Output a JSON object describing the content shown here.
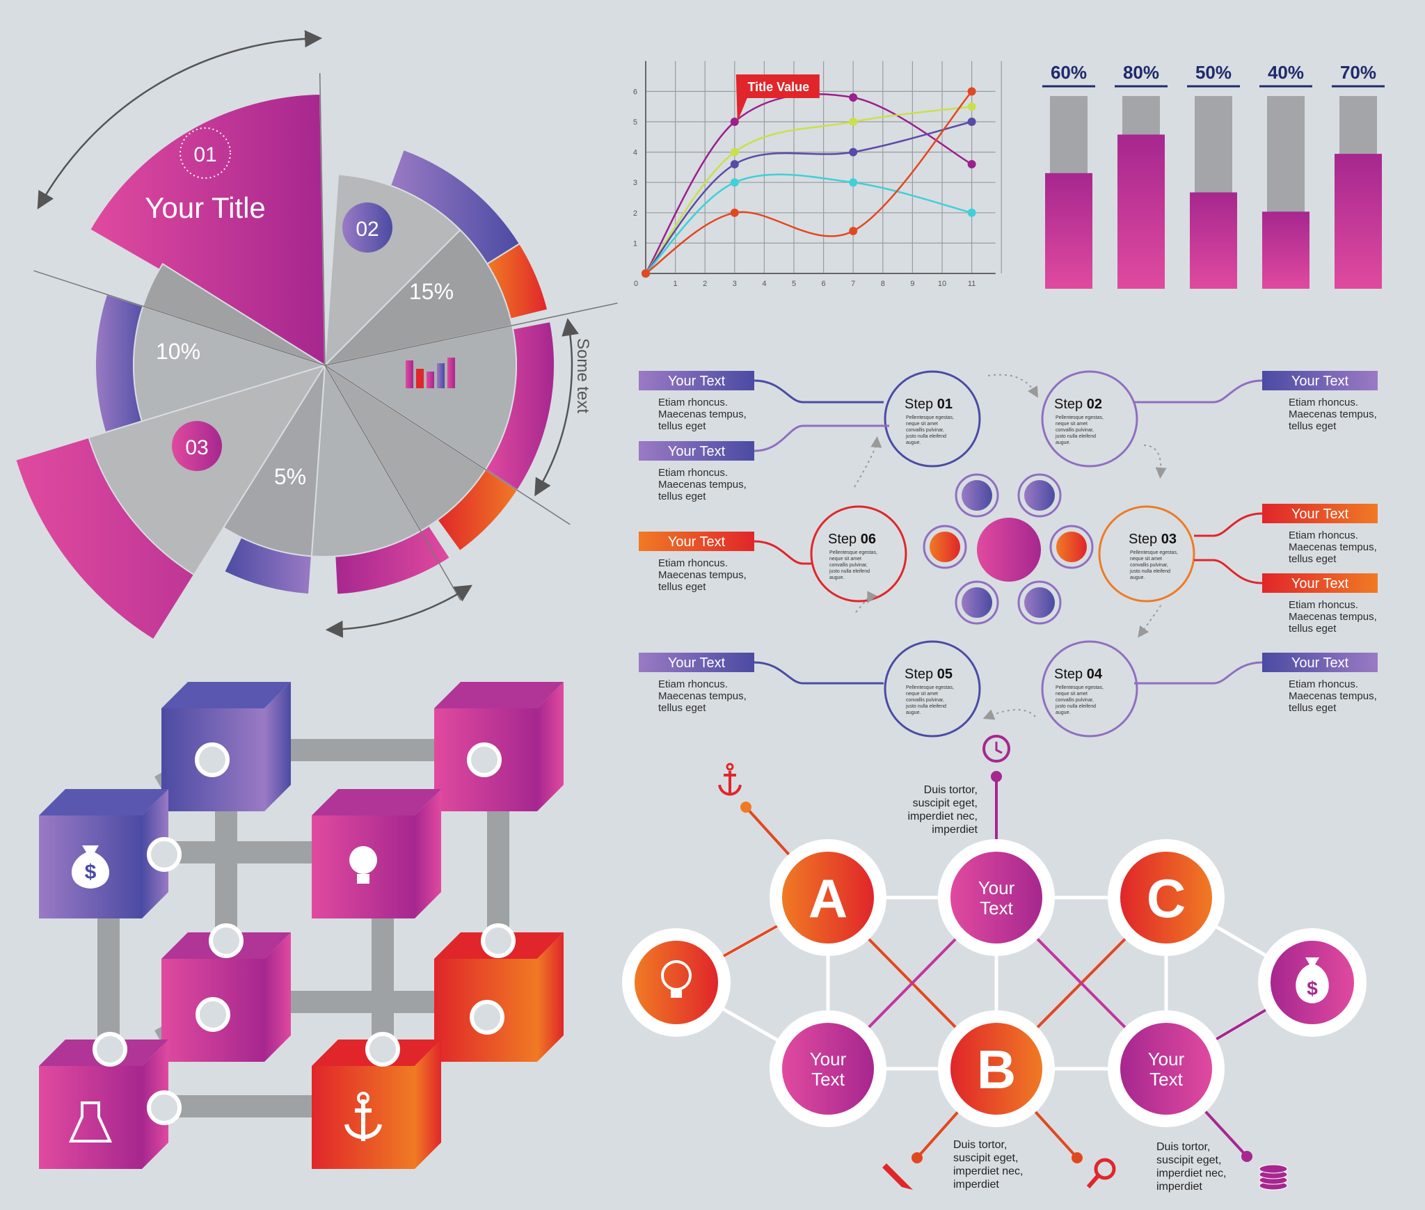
{
  "colors": {
    "magenta": "#a6278f",
    "pink": "#e04a9f",
    "purple": "#4b4ba3",
    "lavender": "#9a7ac4",
    "red": "#e0262a",
    "orange": "#f07a24",
    "gray_dark": "#9a9c9e",
    "gray_light": "#b2b5b7",
    "bg": "#d8dde1"
  },
  "pie": {
    "title_number": "01",
    "title": "Your Title",
    "badges": [
      "02",
      "03"
    ],
    "percents": [
      "15%",
      "10%",
      "5%"
    ],
    "side_text": "Some text"
  },
  "chart_data": [
    {
      "type": "line",
      "title": "",
      "callout": "Title Value",
      "x_ticks": [
        0,
        1,
        2,
        3,
        4,
        5,
        6,
        7,
        8,
        9,
        10,
        11
      ],
      "y_ticks": [
        1,
        2,
        3,
        4,
        5,
        6
      ],
      "ylim": [
        0,
        6
      ],
      "xlim": [
        0,
        11
      ],
      "grid": true,
      "x": [
        0,
        3,
        7,
        11
      ],
      "series": [
        {
          "color": "#9b1f8e",
          "values": [
            0,
            5.0,
            5.8,
            3.6
          ]
        },
        {
          "color": "#c9e04c",
          "values": [
            0,
            4.0,
            5.0,
            5.5
          ]
        },
        {
          "color": "#5a4aa8",
          "values": [
            0,
            3.6,
            4.0,
            5.0
          ]
        },
        {
          "color": "#3fd0d8",
          "values": [
            0,
            3.0,
            3.0,
            2.0
          ]
        },
        {
          "color": "#e2481f",
          "values": [
            0,
            2.0,
            1.4,
            6.0
          ]
        }
      ]
    },
    {
      "type": "bar",
      "categories": [
        "60%",
        "80%",
        "50%",
        "40%",
        "70%"
      ],
      "values": [
        60,
        80,
        50,
        40,
        70
      ],
      "ylim": [
        0,
        100
      ]
    }
  ],
  "steps": {
    "items": [
      {
        "label": "Step",
        "num": "01"
      },
      {
        "label": "Step",
        "num": "02"
      },
      {
        "label": "Step",
        "num": "03"
      },
      {
        "label": "Step",
        "num": "04"
      },
      {
        "label": "Step",
        "num": "05"
      },
      {
        "label": "Step",
        "num": "06"
      }
    ],
    "step_text": [
      "Pellentesque egestas,",
      "neque sit amet",
      "convallis pulvinar,",
      "justo nulla eleifend",
      "augue."
    ],
    "tag_label": "Your Text",
    "tag_body": [
      "Etiam rhoncus.",
      "Maecenas tempus,",
      "tellus eget"
    ]
  },
  "cube": {
    "icons": [
      "money-bag",
      "lightbulb",
      "flask",
      "anchor"
    ]
  },
  "network": {
    "letters": [
      "A",
      "B",
      "C"
    ],
    "your_text": [
      "Your",
      "Text"
    ],
    "note": [
      "Duis tortor,",
      "suscipit eget,",
      "imperdiet nec,",
      "imperdiet"
    ],
    "icons": [
      "anchor",
      "clock",
      "lightbulb",
      "money-bag",
      "pencil",
      "magnifier",
      "coins"
    ],
    "dollar": "$"
  }
}
